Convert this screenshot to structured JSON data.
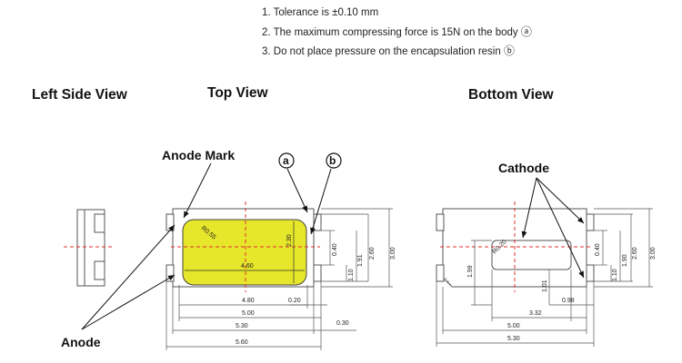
{
  "notes": [
    {
      "text": "1. Tolerance is ±0.10 mm",
      "suffix": ""
    },
    {
      "text": "2. The maximum compressing force is 15N on the body ",
      "suffix": "ⓐ"
    },
    {
      "text": "3. Do not place pressure on the encapsulation resin ",
      "suffix": "ⓑ"
    }
  ],
  "titles": {
    "left": "Left Side View",
    "top": "Top View",
    "bottom": "Bottom View"
  },
  "labels": {
    "anode_mark": "Anode Mark",
    "anode": "Anode",
    "cathode": "Cathode",
    "mark_a": "a",
    "mark_b": "b"
  },
  "top_dims": {
    "inner_width": "4.60",
    "inner_height": "2.30",
    "radius": "R0.55",
    "pad_gap": "0.40",
    "pad_small": "1.10",
    "pad_mid": "1.91",
    "pad_span": "2.60",
    "body_height": "3.00",
    "w_480": "4.80",
    "w_020": "0.20",
    "w_500": "5.00",
    "w_530": "5.30",
    "w_030": "0.30",
    "w_560": "5.60"
  },
  "bottom_dims": {
    "radius": "R0.20",
    "h_199": "1.99",
    "h_101": "1.01",
    "pad_gap": "0.40",
    "pad_small": "1.10",
    "pad_mid": "1.90",
    "pad_span": "2.60",
    "body_height": "3.00",
    "w_098": "0.98",
    "w_332": "3.32",
    "w_500": "5.00",
    "w_530": "5.30"
  },
  "colors": {
    "lens": "#e6e62a",
    "line": "#555555",
    "center": "#e03030"
  }
}
